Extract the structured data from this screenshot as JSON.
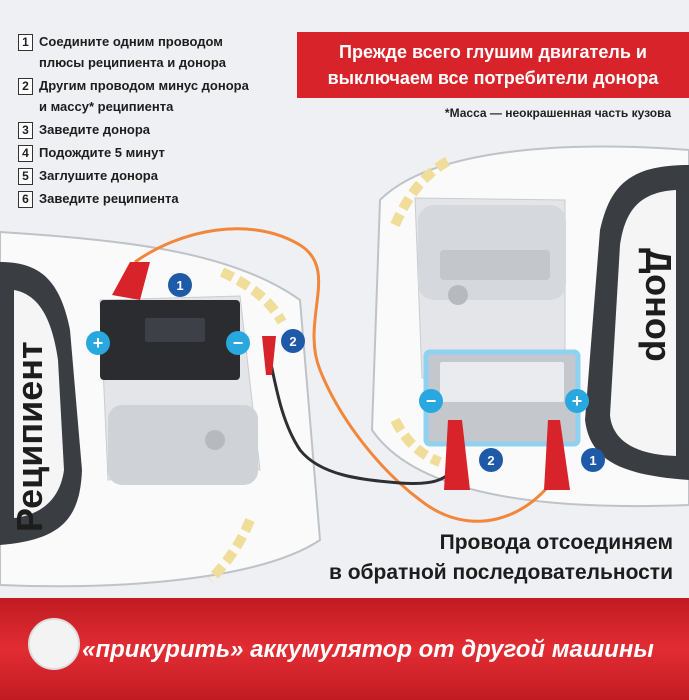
{
  "steps": [
    {
      "n": "1",
      "text": "Соедините одним проводом"
    },
    {
      "n": "",
      "text": "плюсы реципиента и донора"
    },
    {
      "n": "2",
      "text": "Другим проводом минус донора"
    },
    {
      "n": "",
      "text": "и массу* реципиента"
    },
    {
      "n": "3",
      "text": "Заведите донора"
    },
    {
      "n": "4",
      "text": "Подождите 5 минут"
    },
    {
      "n": "5",
      "text": "Заглушите донора"
    },
    {
      "n": "6",
      "text": "Заведите реципиента"
    }
  ],
  "banner": {
    "line1": "Прежде всего глушим двигатель и",
    "line2": "выключаем все потребители донора"
  },
  "note": "*Масса — неокрашенная часть кузова",
  "labels": {
    "recipient": "Реципиент",
    "donor": "Донор",
    "plus": "+",
    "minus": "−",
    "one": "1",
    "two": "2"
  },
  "disconnect": {
    "line1": "Провода отсоединяем",
    "line2": "в обратной последовательности"
  },
  "footer": {
    "title": "Как «прикурить» аккумулятор от другой машины"
  },
  "colors": {
    "red": "#d8232a",
    "blue": "#1f5aa8",
    "plus_blue": "#29a8e0"
  }
}
